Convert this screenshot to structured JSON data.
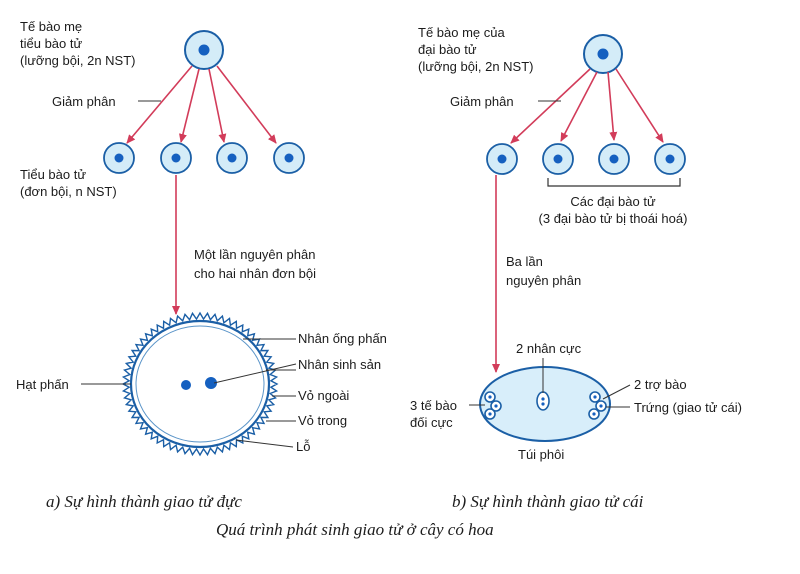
{
  "male": {
    "mother_cell": [
      "Tế bào mẹ",
      "tiểu bào tử",
      "(lưỡng bội, 2n NST)"
    ],
    "meiosis": "Giảm phân",
    "microspores": [
      "Tiểu bào tử",
      "(đơn bội, n NST)"
    ],
    "mitosis": [
      "Một lần nguyên phân",
      "cho hai nhân đơn bội"
    ],
    "pollen": "Hạt phấn",
    "tube_nucleus": "Nhân ống phấn",
    "generative_nucleus": "Nhân sinh sản",
    "outer_wall": "Vỏ ngoài",
    "inner_wall": "Vỏ trong",
    "pore": "Lỗ",
    "caption": "a) Sự hình thành giao tử đực"
  },
  "female": {
    "mother_cell": [
      "Tế bào mẹ của",
      "đại bào tử",
      "(lưỡng bội, 2n NST)"
    ],
    "meiosis": "Giảm phân",
    "megaspores": [
      "Các đại bào tử",
      "(3 đại bào tử bị thoái hoá)"
    ],
    "mitosis": [
      "Ba lần",
      "nguyên phân"
    ],
    "polar_nuclei": "2 nhân cực",
    "synergids": "2 trợ bào",
    "egg": "Trứng (giao tử cái)",
    "antipodals": [
      "3 tế bào",
      "đối cực"
    ],
    "embryo_sac": "Túi phôi",
    "caption": "b) Sự hình thành giao tử cái"
  },
  "main_caption": "Quá trình phát sinh giao tử ở cây có hoa",
  "colors": {
    "cell_fill": "#cfe9f7",
    "cell_stroke": "#1b5fa6",
    "nucleus": "#1560c0",
    "arrow": "#d23c5a",
    "line": "#333333"
  }
}
